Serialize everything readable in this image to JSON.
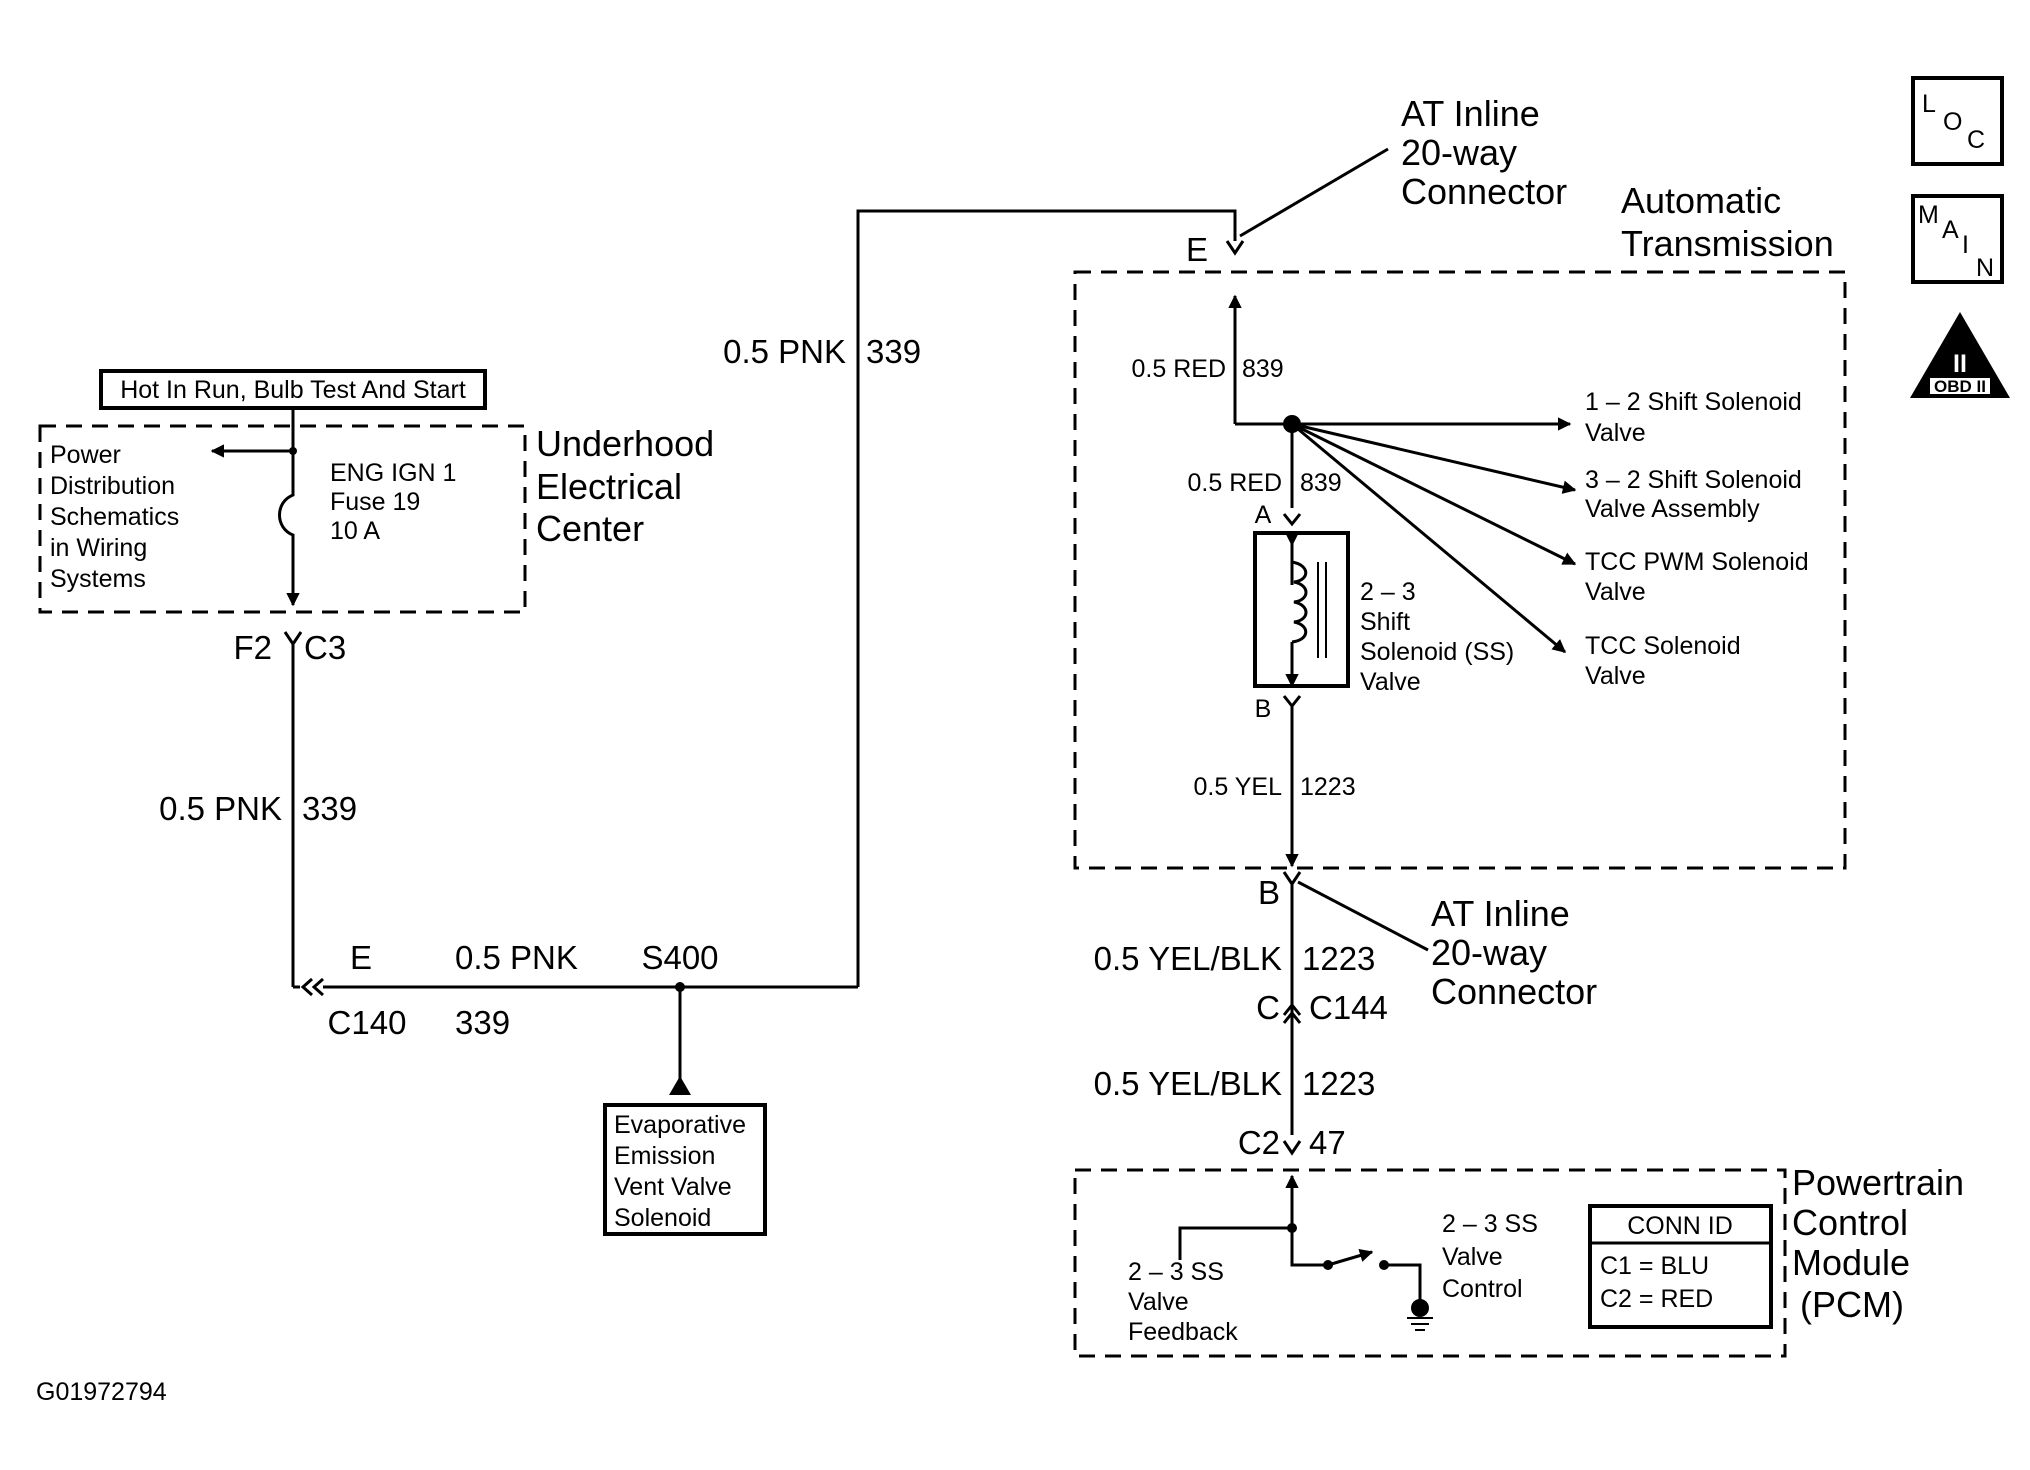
{
  "header": {
    "at_inline_top": [
      "AT Inline",
      "20-way",
      "Connector"
    ],
    "automatic_transmission": [
      "Automatic",
      "Transmission"
    ]
  },
  "icons": {
    "loc": [
      "L",
      "O",
      "C"
    ],
    "main": [
      "M",
      "A",
      "I",
      "N"
    ],
    "obd": {
      "numeral": "II",
      "label": "OBD II"
    }
  },
  "fuse_block": {
    "hot_label": "Hot In Run, Bulb Test And Start",
    "power_dist": [
      "Power",
      "Distribution",
      "Schematics",
      "in Wiring",
      "Systems"
    ],
    "fuse": [
      "ENG IGN 1",
      "Fuse 19",
      "10 A"
    ],
    "center": [
      "Underhood",
      "Electrical",
      "Center"
    ],
    "pin": "F2",
    "connector": "C3"
  },
  "left_wire": {
    "gauge_color": "0.5 PNK",
    "circuit": "339"
  },
  "bottom_run": {
    "pin": "E",
    "connector": "C140",
    "gauge_color": "0.5 PNK",
    "circuit": "339",
    "splice": "S400"
  },
  "evap": [
    "Evaporative",
    "Emission",
    "Vent Valve",
    "Solenoid"
  ],
  "riser_wire": {
    "gauge_color": "0.5 PNK",
    "circuit": "339"
  },
  "transmission": {
    "top_pin": "E",
    "upper_wire": {
      "gauge_color": "0.5 RED",
      "circuit": "839"
    },
    "lower_wire": {
      "gauge_color": "0.5 RED",
      "circuit": "839"
    },
    "solenoids": [
      [
        "1 – 2 Shift Solenoid",
        "Valve"
      ],
      [
        "3 – 2 Shift Solenoid",
        "Valve  Assembly"
      ],
      [
        "TCC PWM Solenoid",
        "Valve"
      ],
      [
        "TCC Solenoid",
        "Valve"
      ]
    ],
    "ss_pin_a": "A",
    "ss_pin_b": "B",
    "ss_label": [
      "2 – 3",
      "Shift",
      "Solenoid (SS)",
      "Valve"
    ],
    "yel_wire": {
      "gauge_color": "0.5 YEL",
      "circuit": "1223"
    },
    "bottom_pin": "B"
  },
  "at_inline_bottom": [
    "AT Inline",
    "20-way",
    "Connector"
  ],
  "c144": {
    "upper_wire": {
      "gauge_color": "0.5 YEL/BLK",
      "circuit": "1223"
    },
    "pin": "C",
    "connector": "C144",
    "lower_wire": {
      "gauge_color": "0.5 YEL/BLK",
      "circuit": "1223"
    },
    "pcm_connector": "C2",
    "pcm_pin": "47"
  },
  "pcm": {
    "feedback": [
      "2 – 3 SS",
      "Valve",
      "Feedback"
    ],
    "control": [
      "2 – 3 SS",
      "Valve",
      "Control"
    ],
    "conn_id": {
      "title": "CONN ID",
      "c1": "C1  =  BLU",
      "c2": "C2  =  RED"
    },
    "name": [
      "Powertrain",
      "Control",
      "Module",
      "(PCM)"
    ]
  },
  "figure_id": "G01972794"
}
